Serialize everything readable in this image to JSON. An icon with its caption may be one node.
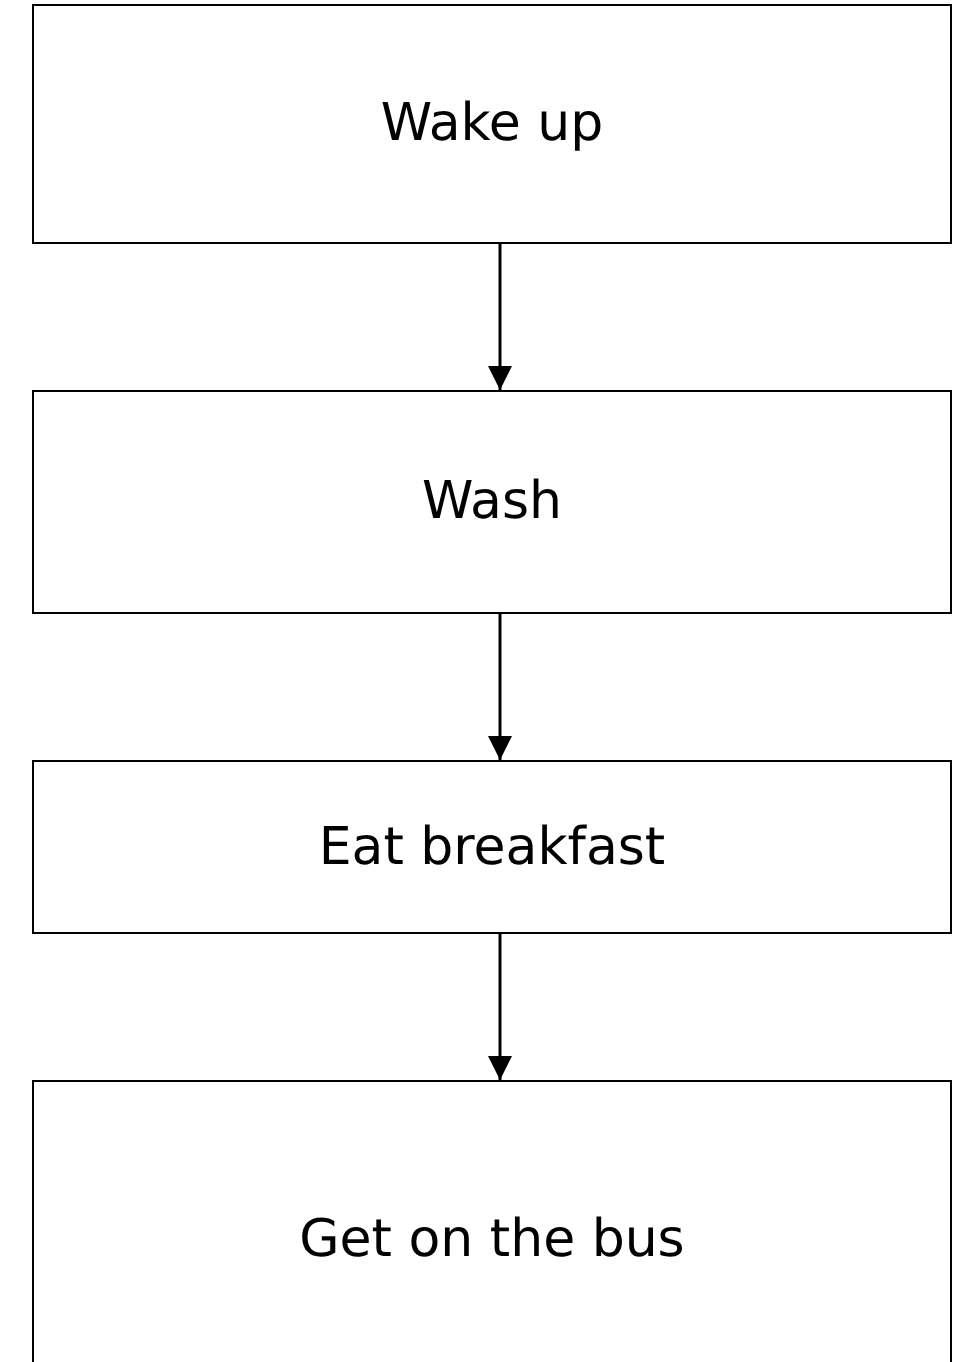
{
  "diagram": {
    "nodes": [
      {
        "text": [
          "Wake up"
        ]
      },
      {
        "text": [
          "Wash"
        ]
      },
      {
        "text": [
          "Eat breakfast"
        ]
      },
      {
        "text": [
          "Get on the bus"
        ]
      }
    ],
    "edges": [
      {
        "from": 0,
        "to": 1,
        "arrow": "to"
      },
      {
        "from": 1,
        "to": 2,
        "arrow": "to"
      },
      {
        "from": 2,
        "to": 3,
        "arrow": "to"
      }
    ]
  }
}
